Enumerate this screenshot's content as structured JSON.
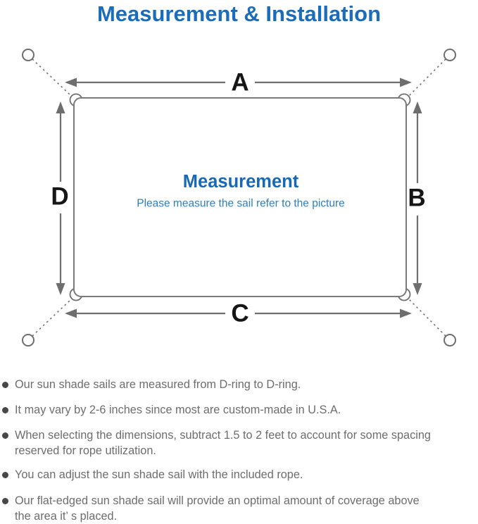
{
  "title": "Measurement & Installation",
  "diagram": {
    "dimension_labels": {
      "top": "A",
      "right": "B",
      "bottom": "C",
      "left": "D"
    },
    "center": {
      "heading": "Measurement",
      "subheading": "Please measure the sail refer to the picture"
    }
  },
  "bullets": [
    {
      "lines": [
        "Our sun shade sails are measured from D-ring to D-ring."
      ]
    },
    {
      "lines": [
        "It may vary by 2-6 inches since most are custom-made in U.S.A."
      ]
    },
    {
      "lines": [
        "When selecting the dimensions, subtract 1.5 to 2 feet to account for some spacing",
        "reserved for rope utilization."
      ]
    },
    {
      "lines": [
        "You can adjust the sun shade sail with the included rope."
      ]
    },
    {
      "lines": [
        "Our flat-edged sun shade sail will provide an optimal amount of coverage above",
        "the area it’ s placed."
      ]
    }
  ],
  "colors": {
    "title_blue": "#1b6db9",
    "heading_blue": "#1769b5",
    "subheading_blue": "#2f7fba",
    "line_gray": "#7a7a7a",
    "arrow_gray": "#6e6e6e",
    "label_black": "#161616",
    "bullet_text_gray": "#6d6d6d",
    "bullet_dot_gray": "#474747"
  }
}
